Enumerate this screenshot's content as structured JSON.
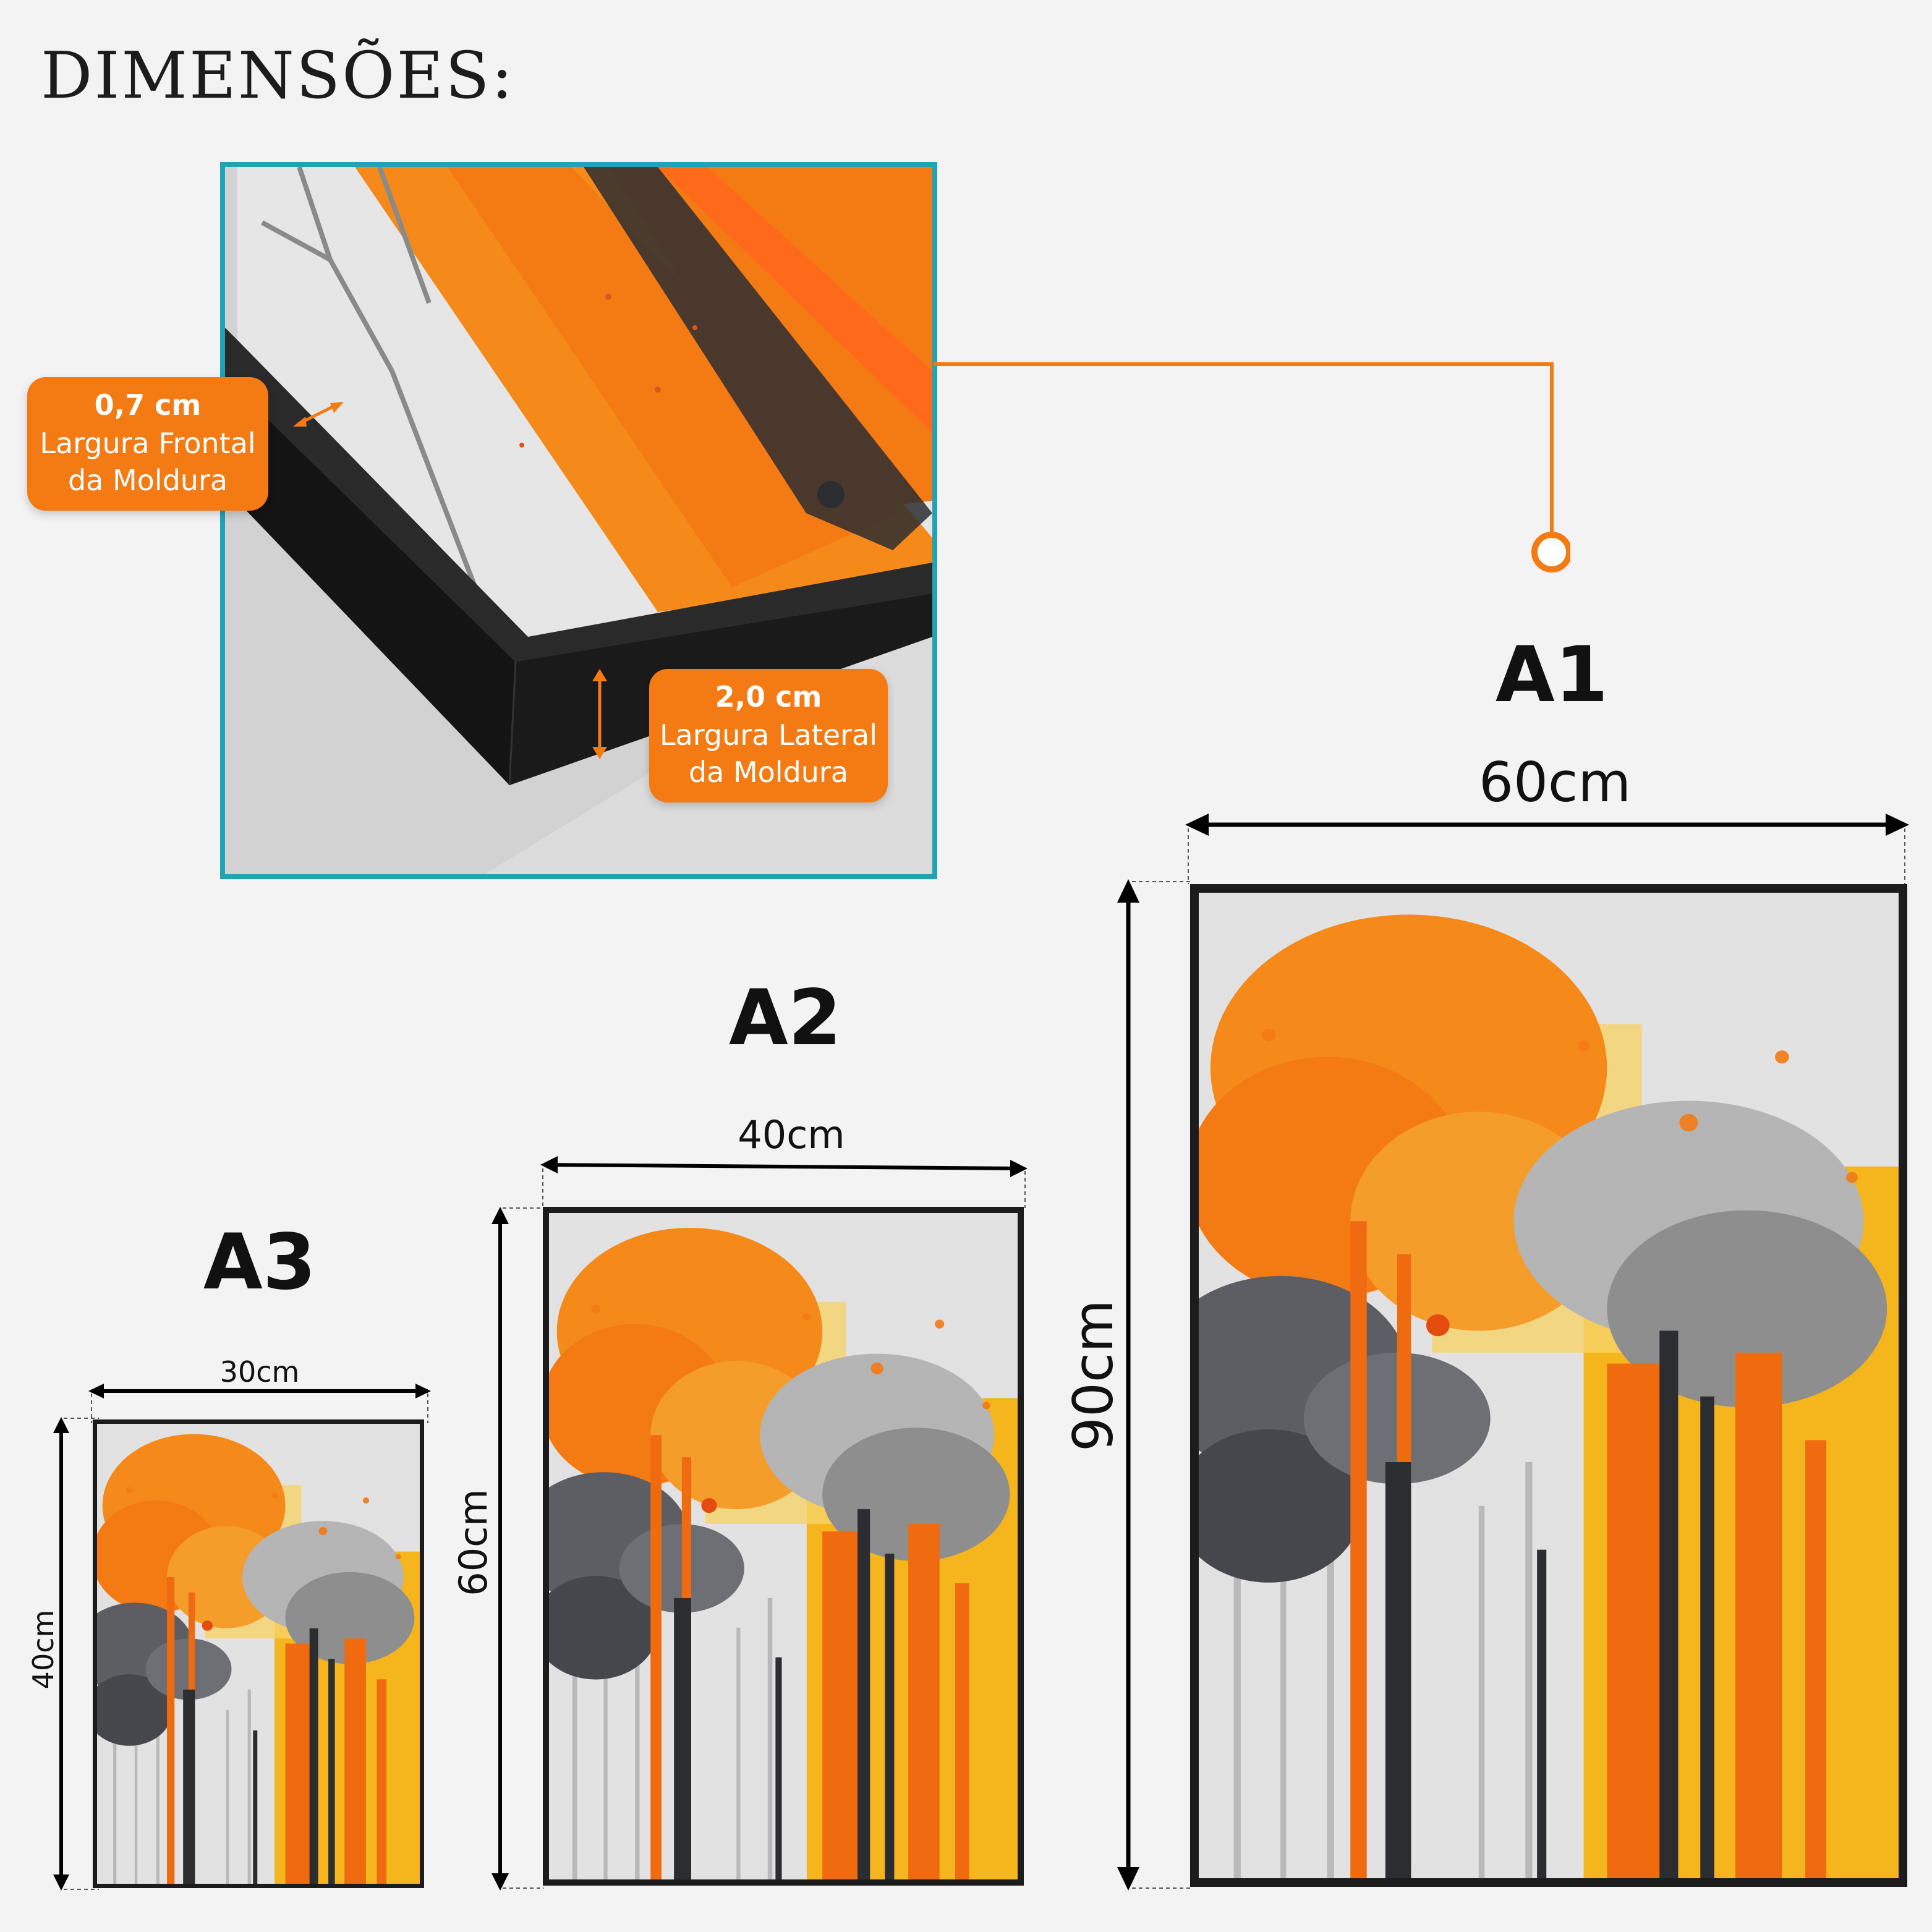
{
  "header": {
    "title": "DIMENSÕES:"
  },
  "detail": {
    "frontal": {
      "value": "0,7 cm",
      "line1": "Largura Frontal",
      "line2": "da Moldura"
    },
    "lateral": {
      "value": "2,0 cm",
      "line1": "Largura Lateral",
      "line2": "da Moldura"
    }
  },
  "sizes": {
    "a1": {
      "label": "A1",
      "width": "60cm",
      "height": "90cm"
    },
    "a2": {
      "label": "A2",
      "width": "40cm",
      "height": "60cm"
    },
    "a3": {
      "label": "A3",
      "width": "30cm",
      "height": "40cm"
    }
  },
  "colors": {
    "accent": "#f47a14",
    "detail_border": "#1fa3b5",
    "frame": "#1c1c1c",
    "background": "#f3f3f3"
  }
}
